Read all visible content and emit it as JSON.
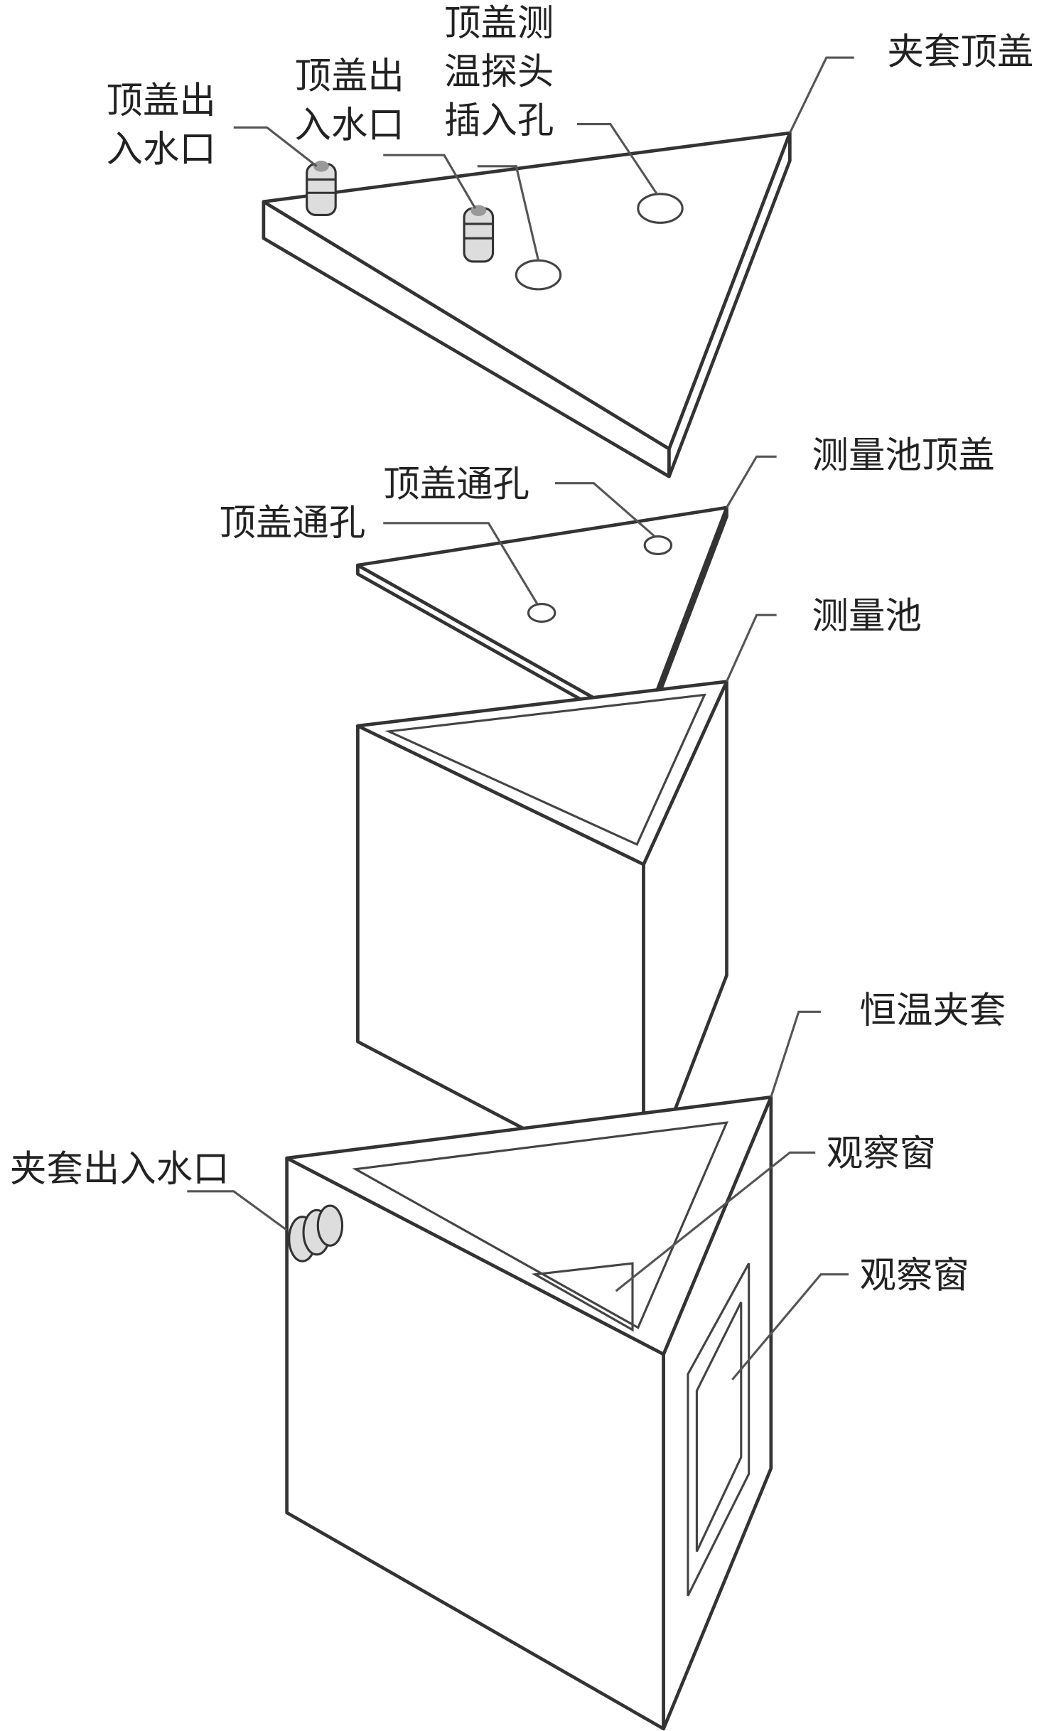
{
  "figure": {
    "labels": {
      "jacket_lid": "夹套顶盖",
      "lid_port_1": [
        "顶盖出",
        "入水口"
      ],
      "lid_port_2": [
        "顶盖出",
        "入水口"
      ],
      "probe_hole": [
        "顶盖测",
        "温探头",
        "插入孔"
      ],
      "cell_lid": "测量池顶盖",
      "through_hole_1": "顶盖通孔",
      "through_hole_2": "顶盖通孔",
      "cell": "测量池",
      "jacket": "恒温夹套",
      "window_1": "观察窗",
      "window_2": "观察窗",
      "jacket_port": "夹套出入水口"
    }
  }
}
